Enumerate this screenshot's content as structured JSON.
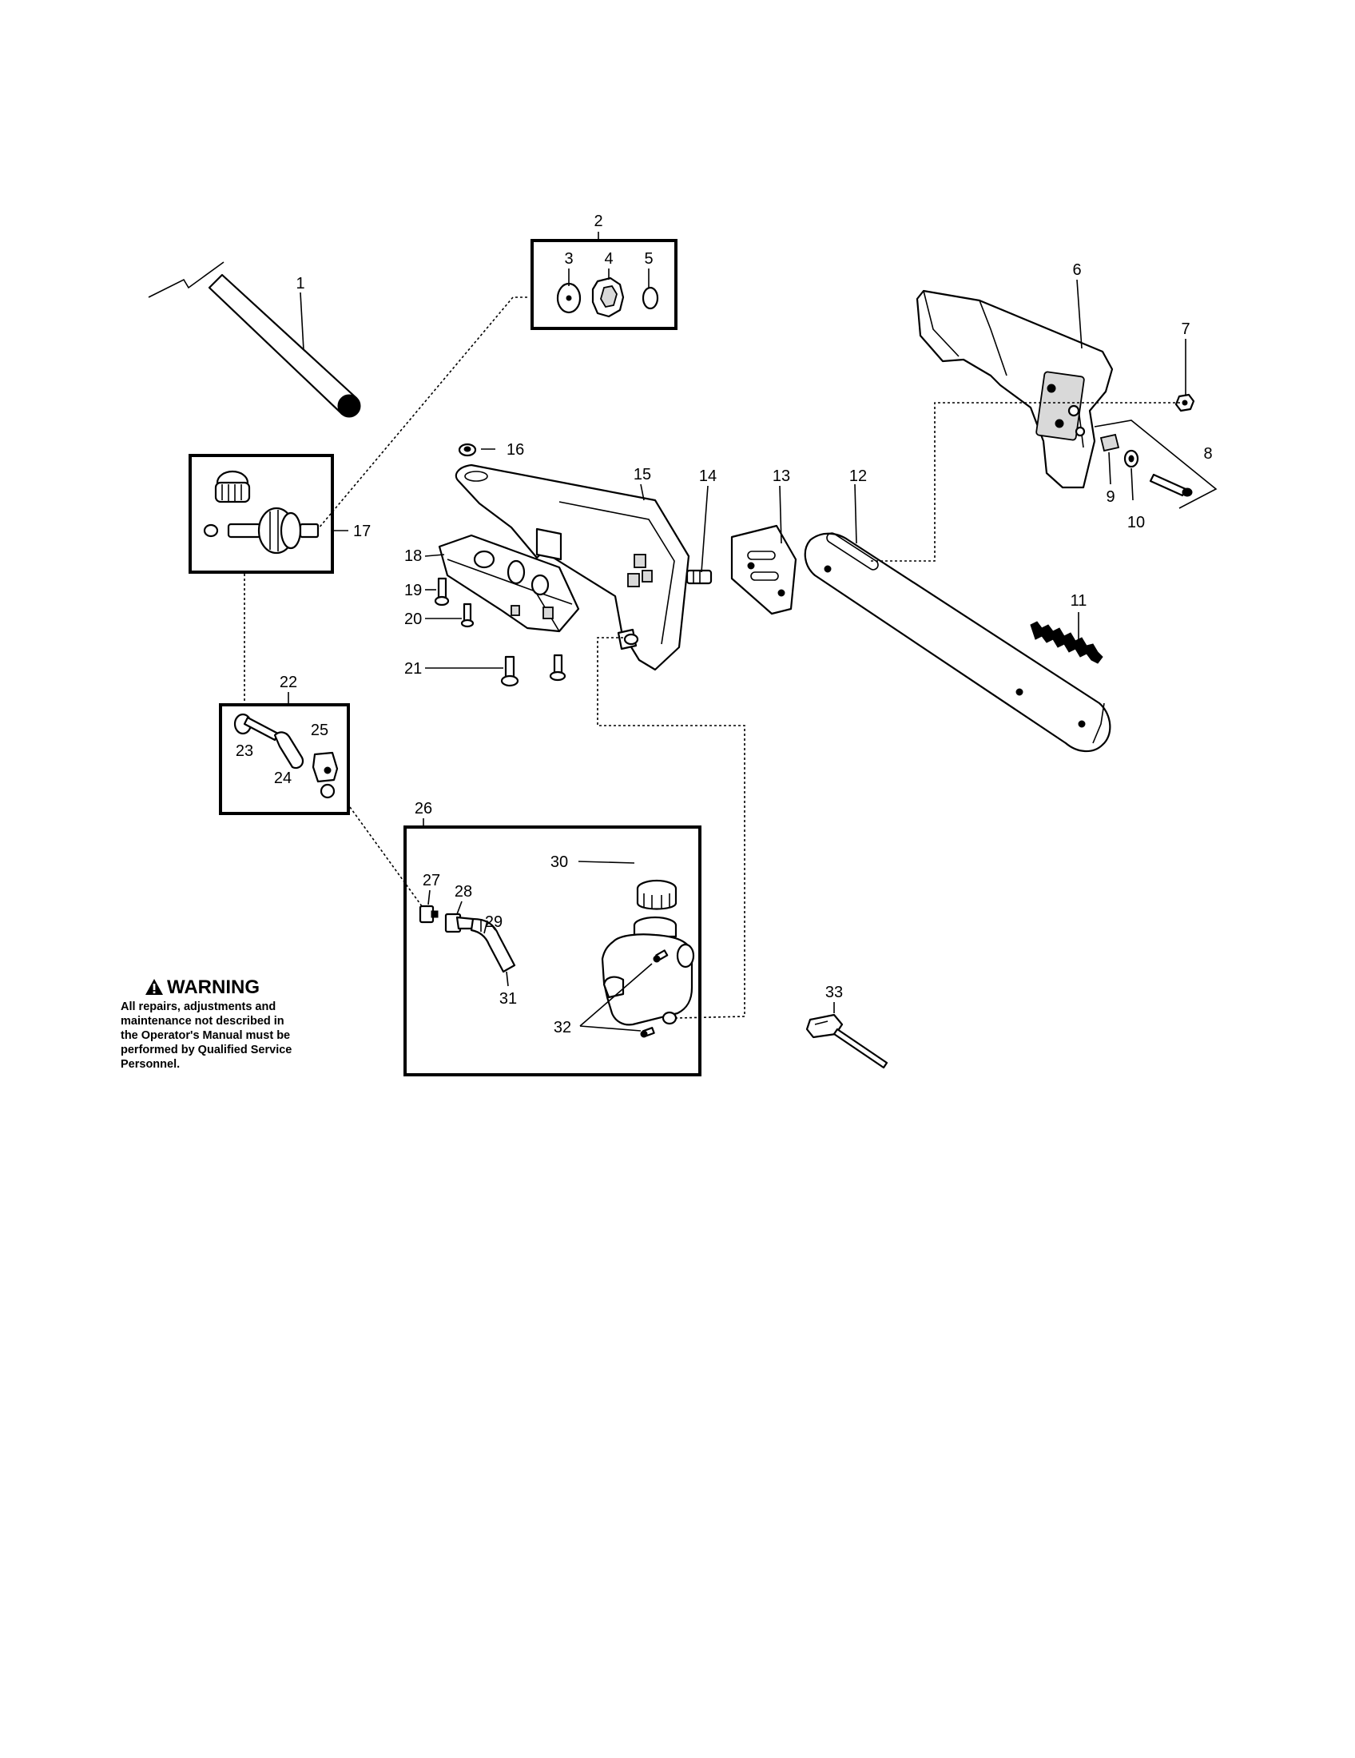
{
  "diagram": {
    "callouts": [
      {
        "id": "callout-1",
        "label": "1"
      },
      {
        "id": "callout-2",
        "label": "2"
      },
      {
        "id": "callout-3",
        "label": "3"
      },
      {
        "id": "callout-4",
        "label": "4"
      },
      {
        "id": "callout-5",
        "label": "5"
      },
      {
        "id": "callout-6",
        "label": "6"
      },
      {
        "id": "callout-7",
        "label": "7"
      },
      {
        "id": "callout-8",
        "label": "8"
      },
      {
        "id": "callout-9",
        "label": "9"
      },
      {
        "id": "callout-10",
        "label": "10"
      },
      {
        "id": "callout-11",
        "label": "11"
      },
      {
        "id": "callout-12",
        "label": "12"
      },
      {
        "id": "callout-13",
        "label": "13"
      },
      {
        "id": "callout-14",
        "label": "14"
      },
      {
        "id": "callout-15",
        "label": "15"
      },
      {
        "id": "callout-16",
        "label": "16"
      },
      {
        "id": "callout-17",
        "label": "17"
      },
      {
        "id": "callout-18",
        "label": "18"
      },
      {
        "id": "callout-19",
        "label": "19"
      },
      {
        "id": "callout-20",
        "label": "20"
      },
      {
        "id": "callout-21",
        "label": "21"
      },
      {
        "id": "callout-22",
        "label": "22"
      },
      {
        "id": "callout-23",
        "label": "23"
      },
      {
        "id": "callout-24",
        "label": "24"
      },
      {
        "id": "callout-25",
        "label": "25"
      },
      {
        "id": "callout-26",
        "label": "26"
      },
      {
        "id": "callout-27",
        "label": "27"
      },
      {
        "id": "callout-28",
        "label": "28"
      },
      {
        "id": "callout-29",
        "label": "29"
      },
      {
        "id": "callout-30",
        "label": "30"
      },
      {
        "id": "callout-31",
        "label": "31"
      },
      {
        "id": "callout-32",
        "label": "32"
      },
      {
        "id": "callout-33",
        "label": "33"
      }
    ]
  },
  "warning": {
    "icon": "warning-triangle-icon",
    "title": "WARNING",
    "body": "All repairs, adjustments and\nmaintenance not described in\nthe Operator's Manual must be\nperformed by Qualified Service\nPersonnel."
  },
  "colors": {
    "ink": "#000000",
    "paper": "#ffffff",
    "shade": "#d9d9d9"
  }
}
